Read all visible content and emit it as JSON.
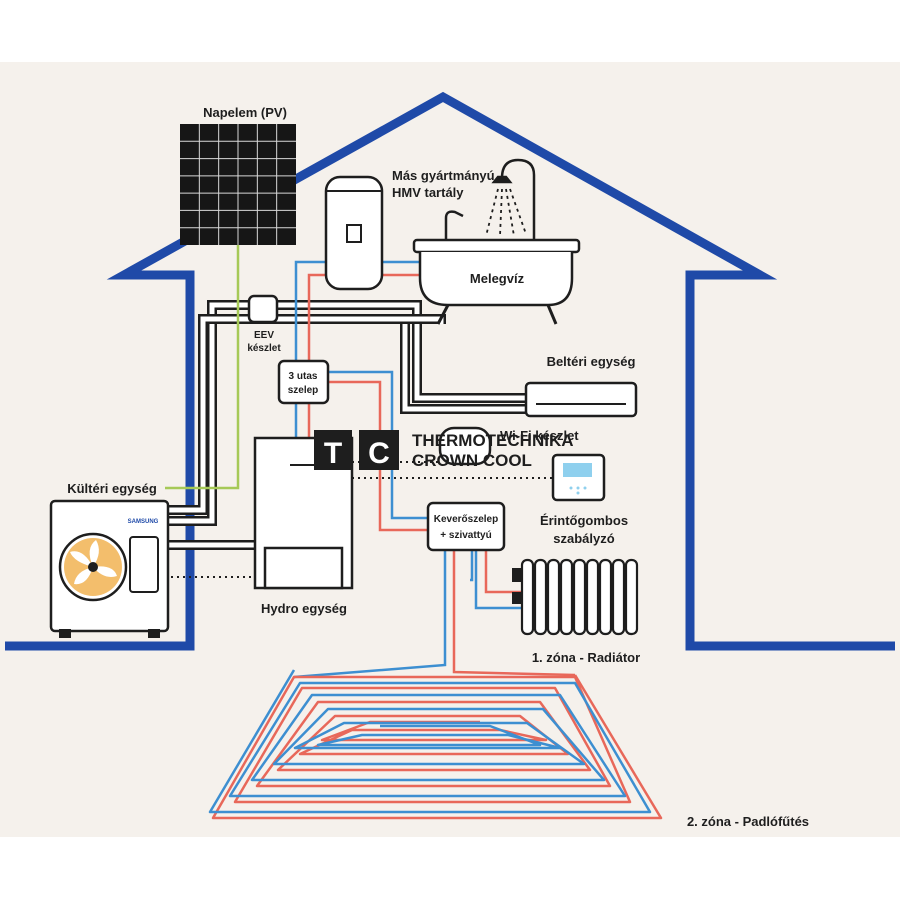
{
  "labels": {
    "pv": "Napelem (PV)",
    "tank_line1": "Más gyártmányú",
    "tank_line2": "HMV tartály",
    "hot_water": "Melegvíz",
    "eev_line1": "EEV",
    "eev_line2": "készlet",
    "valve_line1": "3 utas",
    "valve_line2": "szelep",
    "indoor_unit": "Beltéri egység",
    "wifi": "Wi-Fi készlet",
    "outdoor_unit": "Kültéri egység",
    "hydro_unit": "Hydro egység",
    "mixing_line1": "Keverőszelep",
    "mixing_line2": "+ szivattyú",
    "controller_line1": "Érintőgombos",
    "controller_line2": "szabályzó",
    "zone1": "1. zóna - Radiátor",
    "zone2": "2. zóna - Padlófűtés",
    "outdoor_brand": "SAMSUNG"
  },
  "watermark": {
    "letter1": "T",
    "letter2": "C",
    "line1": "THERMOTECHNIKA",
    "line2": "CROWN COOL"
  },
  "colors": {
    "background": "#f5f1ec",
    "house_outline": "#1f4aa8",
    "hot_pipe": "#e8685a",
    "cold_pipe": "#3d8fd1",
    "pv_cable": "#a6c957",
    "refrigerant_pipe": "#1e1e1e",
    "fan": "#f3be6c"
  },
  "icons": [
    "solar-panel-icon",
    "shower-icon",
    "bathtub-icon",
    "fan-icon",
    "radiator-icon",
    "thermostat-icon"
  ]
}
